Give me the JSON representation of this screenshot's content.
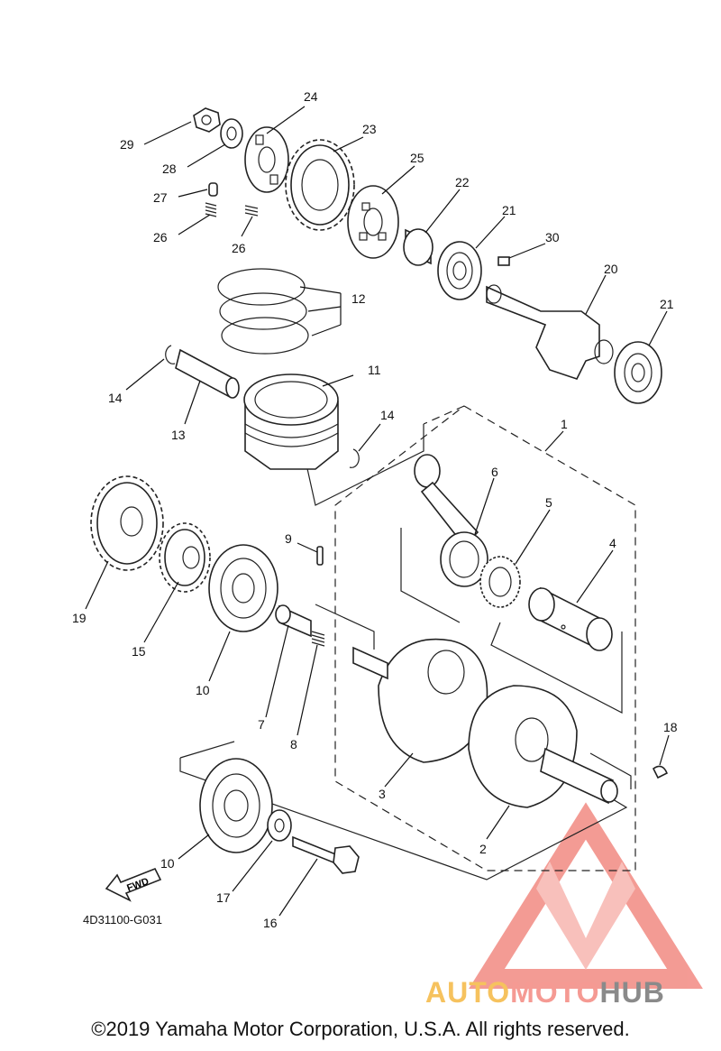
{
  "diagram": {
    "callouts": [
      "1",
      "2",
      "3",
      "4",
      "5",
      "6",
      "7",
      "8",
      "9",
      "10",
      "10",
      "11",
      "12",
      "13",
      "14",
      "14",
      "15",
      "16",
      "17",
      "18",
      "19",
      "20",
      "21",
      "21",
      "22",
      "23",
      "24",
      "25",
      "26",
      "26",
      "27",
      "28",
      "29",
      "30"
    ],
    "arrow_label": "FWD",
    "diagram_code": "4D31100-G031"
  },
  "watermark": {
    "brand_part1": "AUTO",
    "brand_part2": "MOTO",
    "brand_part3": "HUB",
    "colors": {
      "auto": "#f6c25e",
      "moto": "#f59a93",
      "hub": "#8a8a8a",
      "logo": "#f28a82"
    }
  },
  "footer": {
    "copyright": "©2019 Yamaha Motor Corporation, U.S.A. All rights reserved."
  }
}
